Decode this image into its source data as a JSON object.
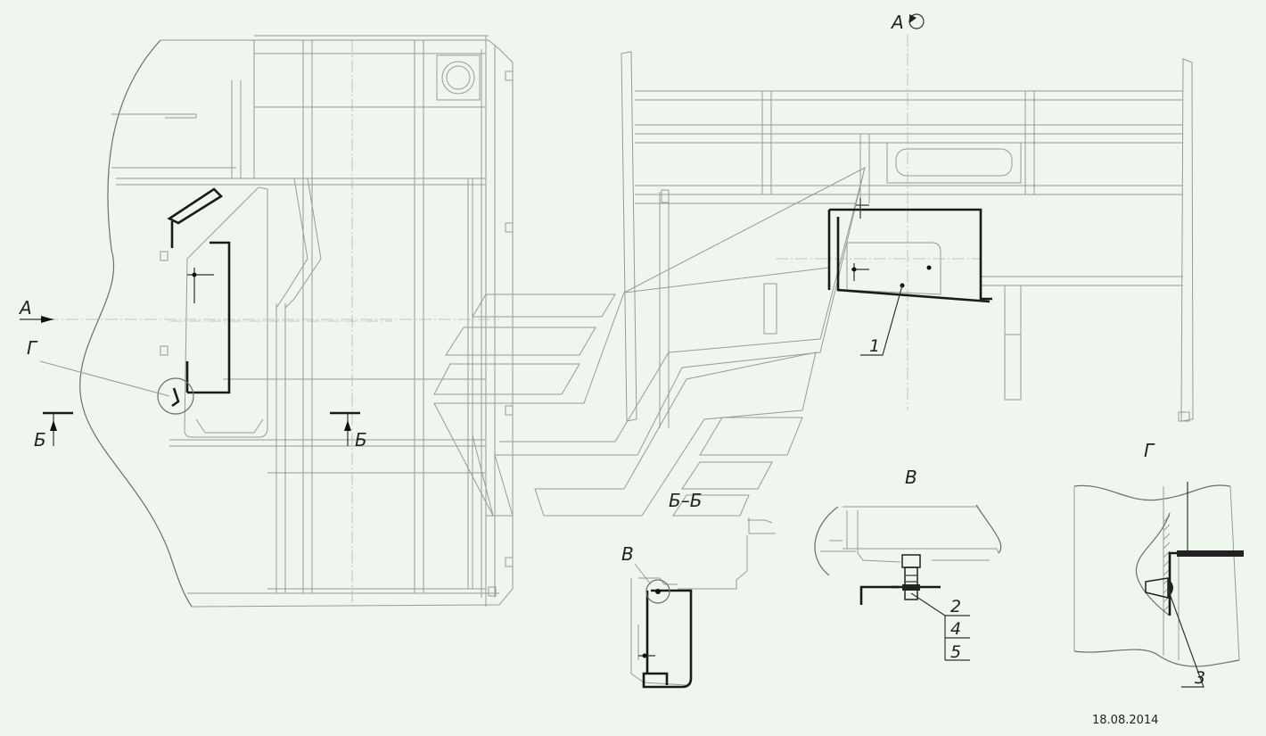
{
  "view_labels": {
    "view_a": "А",
    "section_b": "Б–Б",
    "detail_v": "В",
    "detail_g": "Г"
  },
  "markers": {
    "arrow_a": "А",
    "callout_g": "Г",
    "section_b_left": "Б",
    "section_b_right": "Б",
    "callout_v": "В"
  },
  "callouts": {
    "part_1": "1",
    "part_2": "2",
    "part_4": "4",
    "part_5": "5",
    "part_3": "3"
  },
  "date": "18.08.2014",
  "colors": {
    "background": "#eef6ee",
    "line": "#9a9a9a",
    "contour": "#1a1a1a"
  },
  "icons": {
    "rotation": "rotation-icon"
  }
}
